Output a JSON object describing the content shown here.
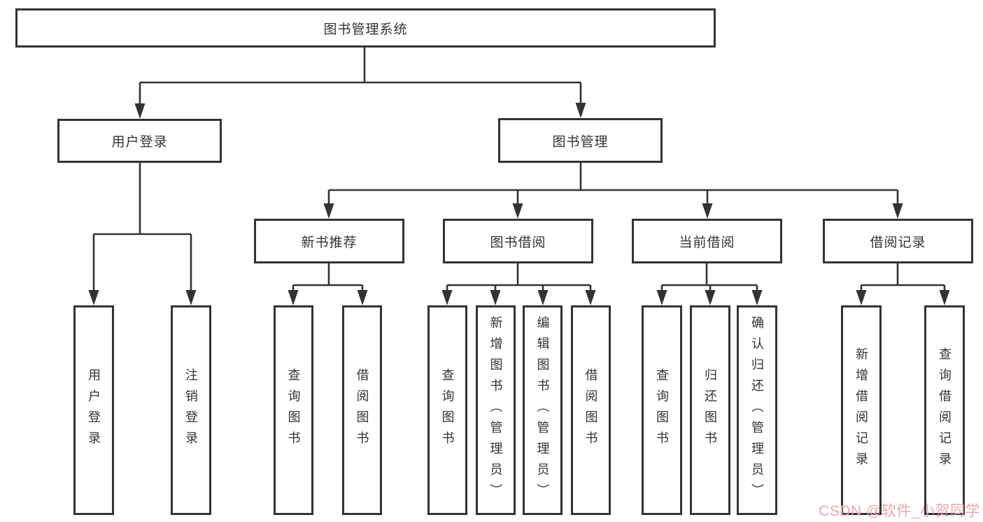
{
  "colors": {
    "line": "#333333",
    "box_border": "#333333",
    "text": "#333333",
    "background": "#ffffff",
    "watermark": "#eda6b0"
  },
  "watermark": {
    "text": "CSDN @软件_小贺同学"
  },
  "diagram": {
    "root": {
      "label": "图书管理系统",
      "children": [
        {
          "label": "用户登录",
          "children": [
            {
              "label": "用户登录"
            },
            {
              "label": "注销登录"
            }
          ]
        },
        {
          "label": "图书管理",
          "children": [
            {
              "label": "新书推荐",
              "children": [
                {
                  "label": "查询图书"
                },
                {
                  "label": "借阅图书"
                }
              ]
            },
            {
              "label": "图书借阅",
              "children": [
                {
                  "label": "查询图书"
                },
                {
                  "label": "新增图书（管理员）"
                },
                {
                  "label": "编辑图书（管理员）"
                },
                {
                  "label": "借阅图书"
                }
              ]
            },
            {
              "label": "当前借阅",
              "children": [
                {
                  "label": "查询图书"
                },
                {
                  "label": "归还图书"
                },
                {
                  "label": "确认归还（管理员）"
                }
              ]
            },
            {
              "label": "借阅记录",
              "children": [
                {
                  "label": "新增借阅记录"
                },
                {
                  "label": "查询借阅记录"
                }
              ]
            }
          ]
        }
      ]
    }
  }
}
